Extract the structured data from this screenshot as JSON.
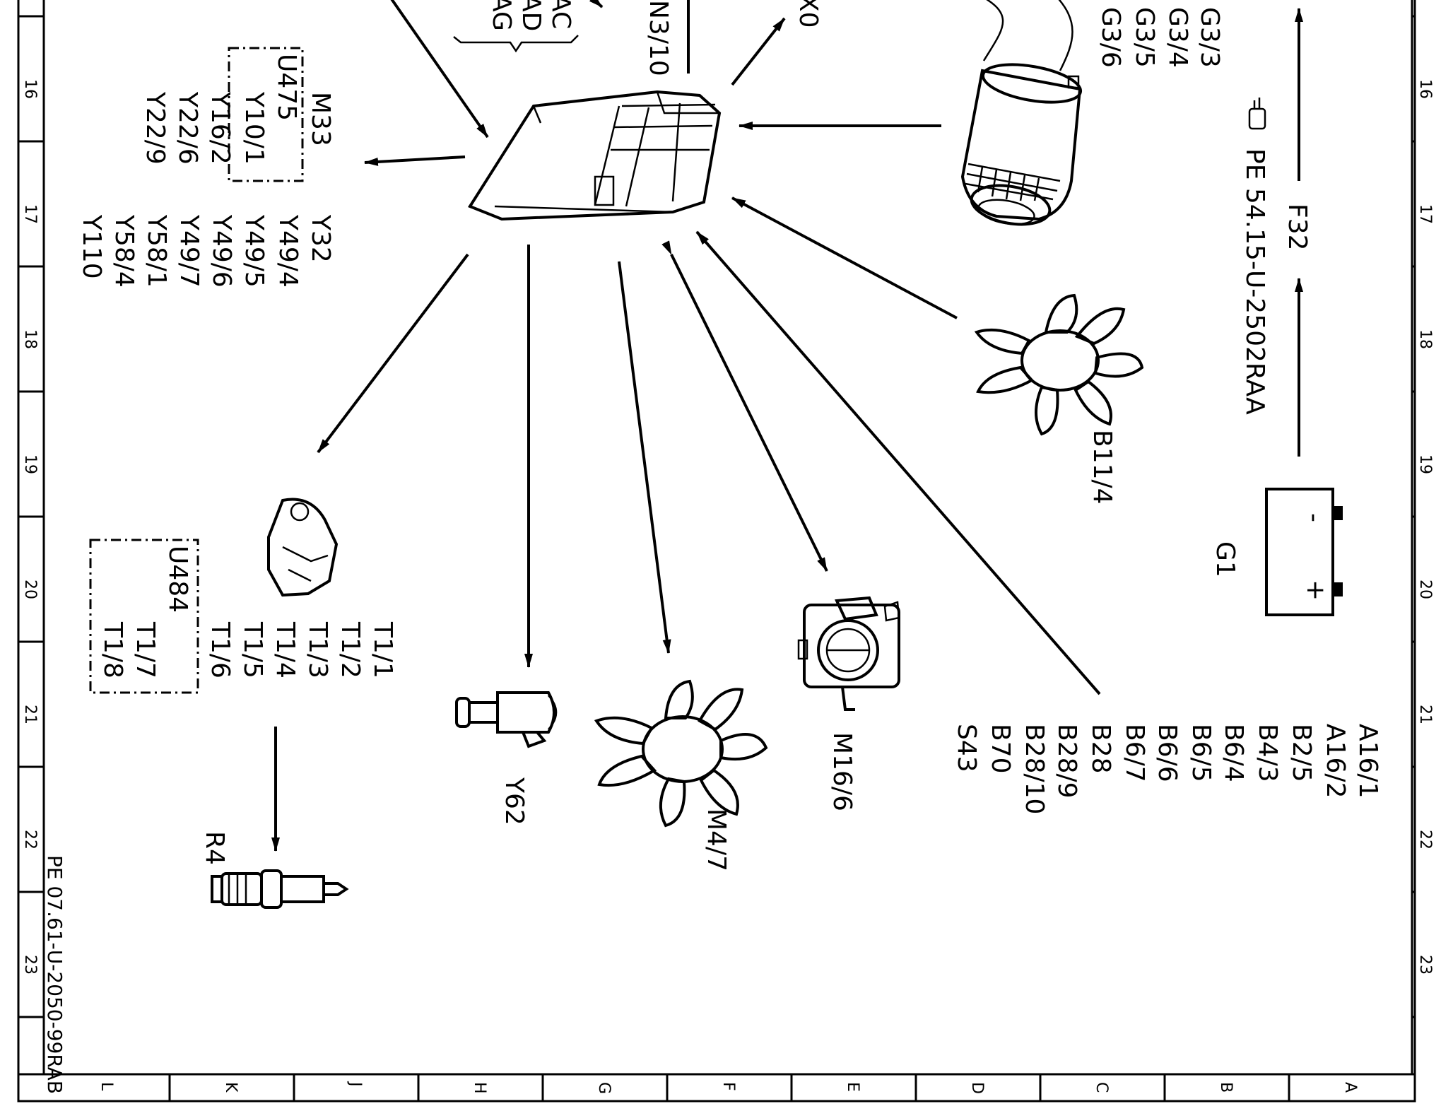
{
  "grid": {
    "rows": [
      "16",
      "17",
      "18",
      "19",
      "20",
      "21",
      "22",
      "23"
    ],
    "columns": [
      "L",
      "K",
      "J",
      "H",
      "G",
      "F",
      "E",
      "D",
      "C",
      "B",
      "A"
    ]
  },
  "doc_refs": {
    "left_vertical": "PE 07.61-U-2050-99RAB",
    "right_vertical": "PE 54.15-U-2502RAA"
  },
  "components": {
    "g3": [
      "G3/3",
      "G3/4",
      "G3/5",
      "G3/6"
    ],
    "f32": "F32",
    "g1": "G1",
    "battery_minus": "-",
    "battery_plus": "+",
    "b11_4": "B11/4",
    "m16_6": "M16/6",
    "m4_7": "M4/7",
    "y62": "Y62",
    "r4": "R4",
    "n3_10": "N3/10",
    "top_left_fragment": [
      "AC",
      "AD",
      "AG"
    ],
    "top_right_fragment": "X0",
    "sensors": [
      "A16/1",
      "A16/2",
      "B2/5",
      "B4/3",
      "B6/4",
      "B6/5",
      "B6/6",
      "B6/7",
      "B28",
      "B28/9",
      "B28/10",
      "B70",
      "S43"
    ],
    "m33_group": {
      "title": "M33",
      "box_label": "U475",
      "box_items": [
        "Y10/1"
      ],
      "items": [
        "Y16/2",
        "Y22/6",
        "Y22/9"
      ]
    },
    "y32_group": [
      "Y32",
      "Y49/4",
      "Y49/5",
      "Y49/6",
      "Y49/7",
      "Y58/1",
      "Y58/4",
      "Y110"
    ],
    "t1_group": {
      "items": [
        "T1/1",
        "T1/2",
        "T1/3",
        "T1/4",
        "T1/5",
        "T1/6"
      ],
      "box_label": "U484",
      "box_items": [
        "T1/7",
        "T1/8"
      ]
    }
  }
}
